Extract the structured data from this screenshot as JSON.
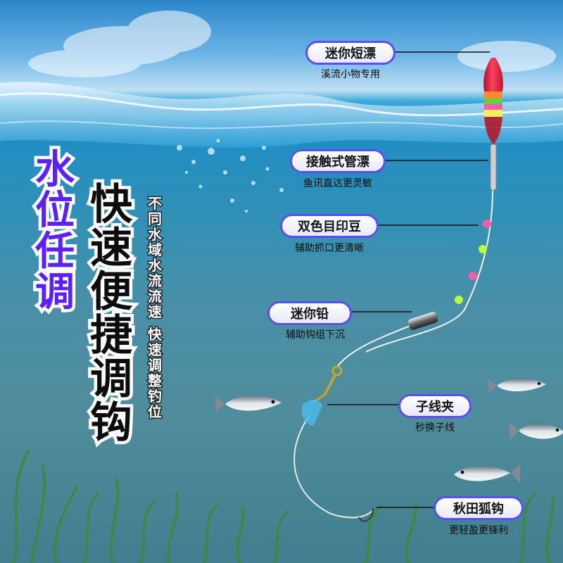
{
  "titles": {
    "main_purple": "水位任调",
    "main_black": "快速便捷调钩",
    "side": "不同水域水流流速 快速调整钓位"
  },
  "parts": [
    {
      "name": "迷你短漂",
      "desc": "溪流小物专用"
    },
    {
      "name": "接触式管漂",
      "desc": "鱼讯直达更灵敏"
    },
    {
      "name": "双色目印豆",
      "desc": "辅助抓口更清晰"
    },
    {
      "name": "迷你铅",
      "desc": "辅助钩组下沉"
    },
    {
      "name": "子线夹",
      "desc": "秒换子线"
    },
    {
      "name": "秋田狐钩",
      "desc": "更轻盈更锋利"
    }
  ],
  "colors": {
    "purple_title": "#5b20ff",
    "pill_border": "#5a4df5",
    "float_red": "#e8243c",
    "bead_pink": "#ff5aa8",
    "bead_green": "#b6ff3a"
  }
}
